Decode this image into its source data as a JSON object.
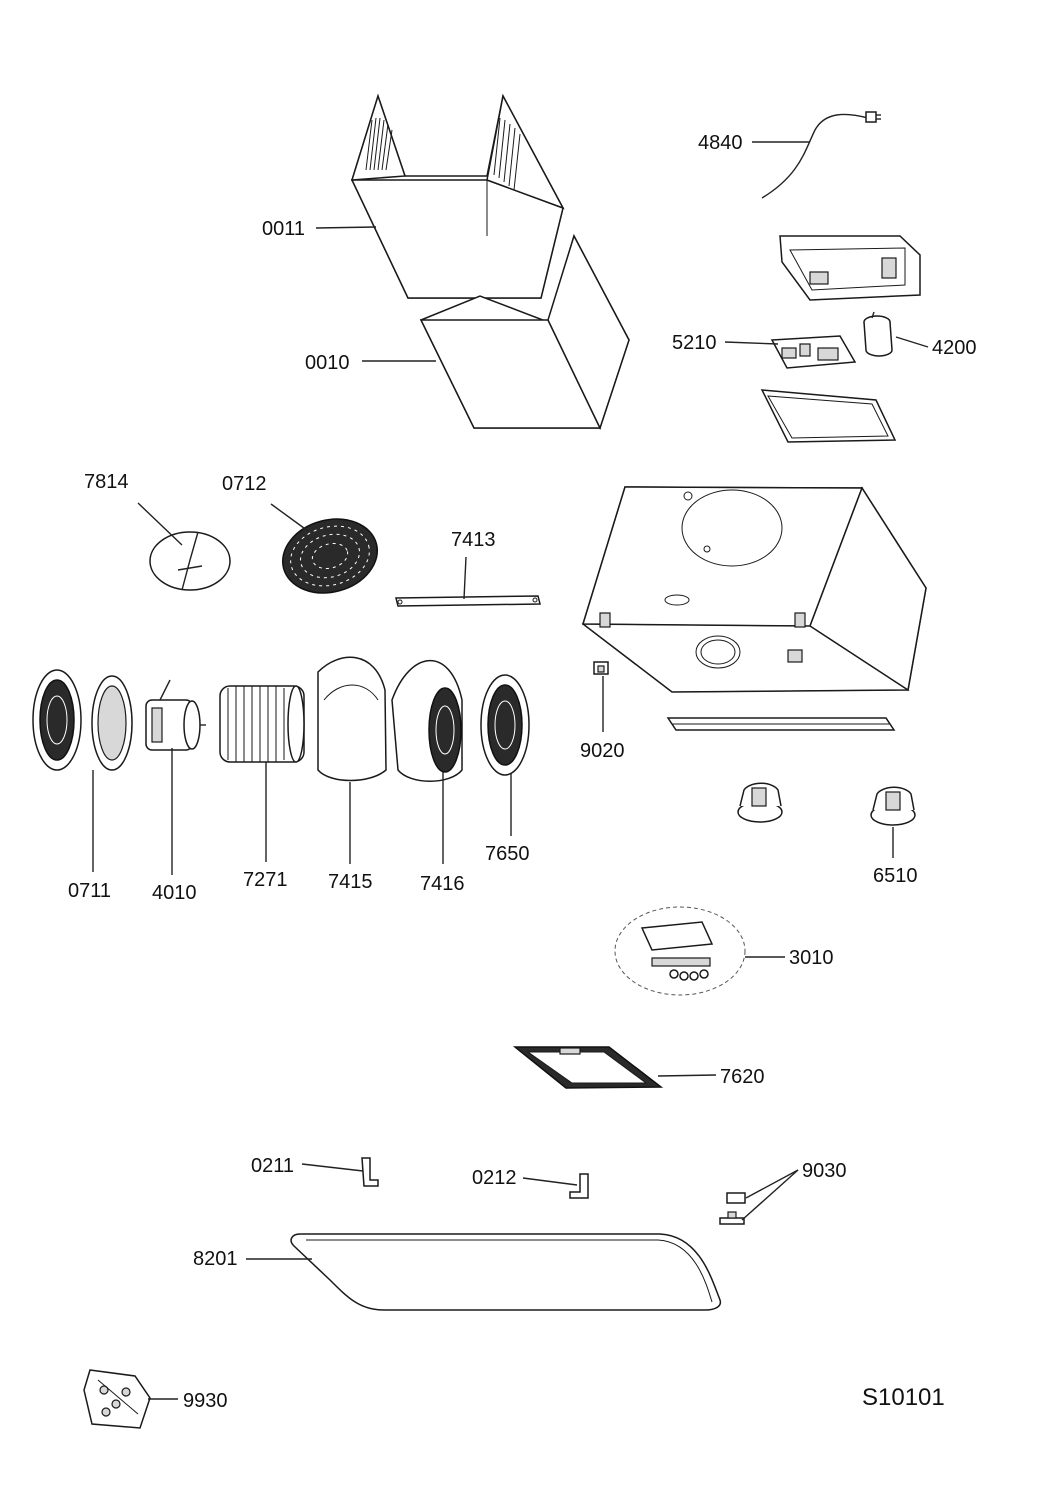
{
  "diagram": {
    "reference": "S10101",
    "parts": [
      {
        "id": "p0011",
        "label": "0011"
      },
      {
        "id": "p0010",
        "label": "0010"
      },
      {
        "id": "p4840",
        "label": "4840"
      },
      {
        "id": "p5210",
        "label": "5210"
      },
      {
        "id": "p4200",
        "label": "4200"
      },
      {
        "id": "p7814",
        "label": "7814"
      },
      {
        "id": "p0712",
        "label": "0712"
      },
      {
        "id": "p7413",
        "label": "7413"
      },
      {
        "id": "p9020",
        "label": "9020"
      },
      {
        "id": "p0711",
        "label": "0711"
      },
      {
        "id": "p4010",
        "label": "4010"
      },
      {
        "id": "p7271",
        "label": "7271"
      },
      {
        "id": "p7415",
        "label": "7415"
      },
      {
        "id": "p7416",
        "label": "7416"
      },
      {
        "id": "p7650",
        "label": "7650"
      },
      {
        "id": "p6510",
        "label": "6510"
      },
      {
        "id": "p3010",
        "label": "3010"
      },
      {
        "id": "p7620",
        "label": "7620"
      },
      {
        "id": "p0211",
        "label": "0211"
      },
      {
        "id": "p0212",
        "label": "0212"
      },
      {
        "id": "p9030",
        "label": "9030"
      },
      {
        "id": "p8201",
        "label": "8201"
      },
      {
        "id": "p9930",
        "label": "9930"
      }
    ]
  }
}
